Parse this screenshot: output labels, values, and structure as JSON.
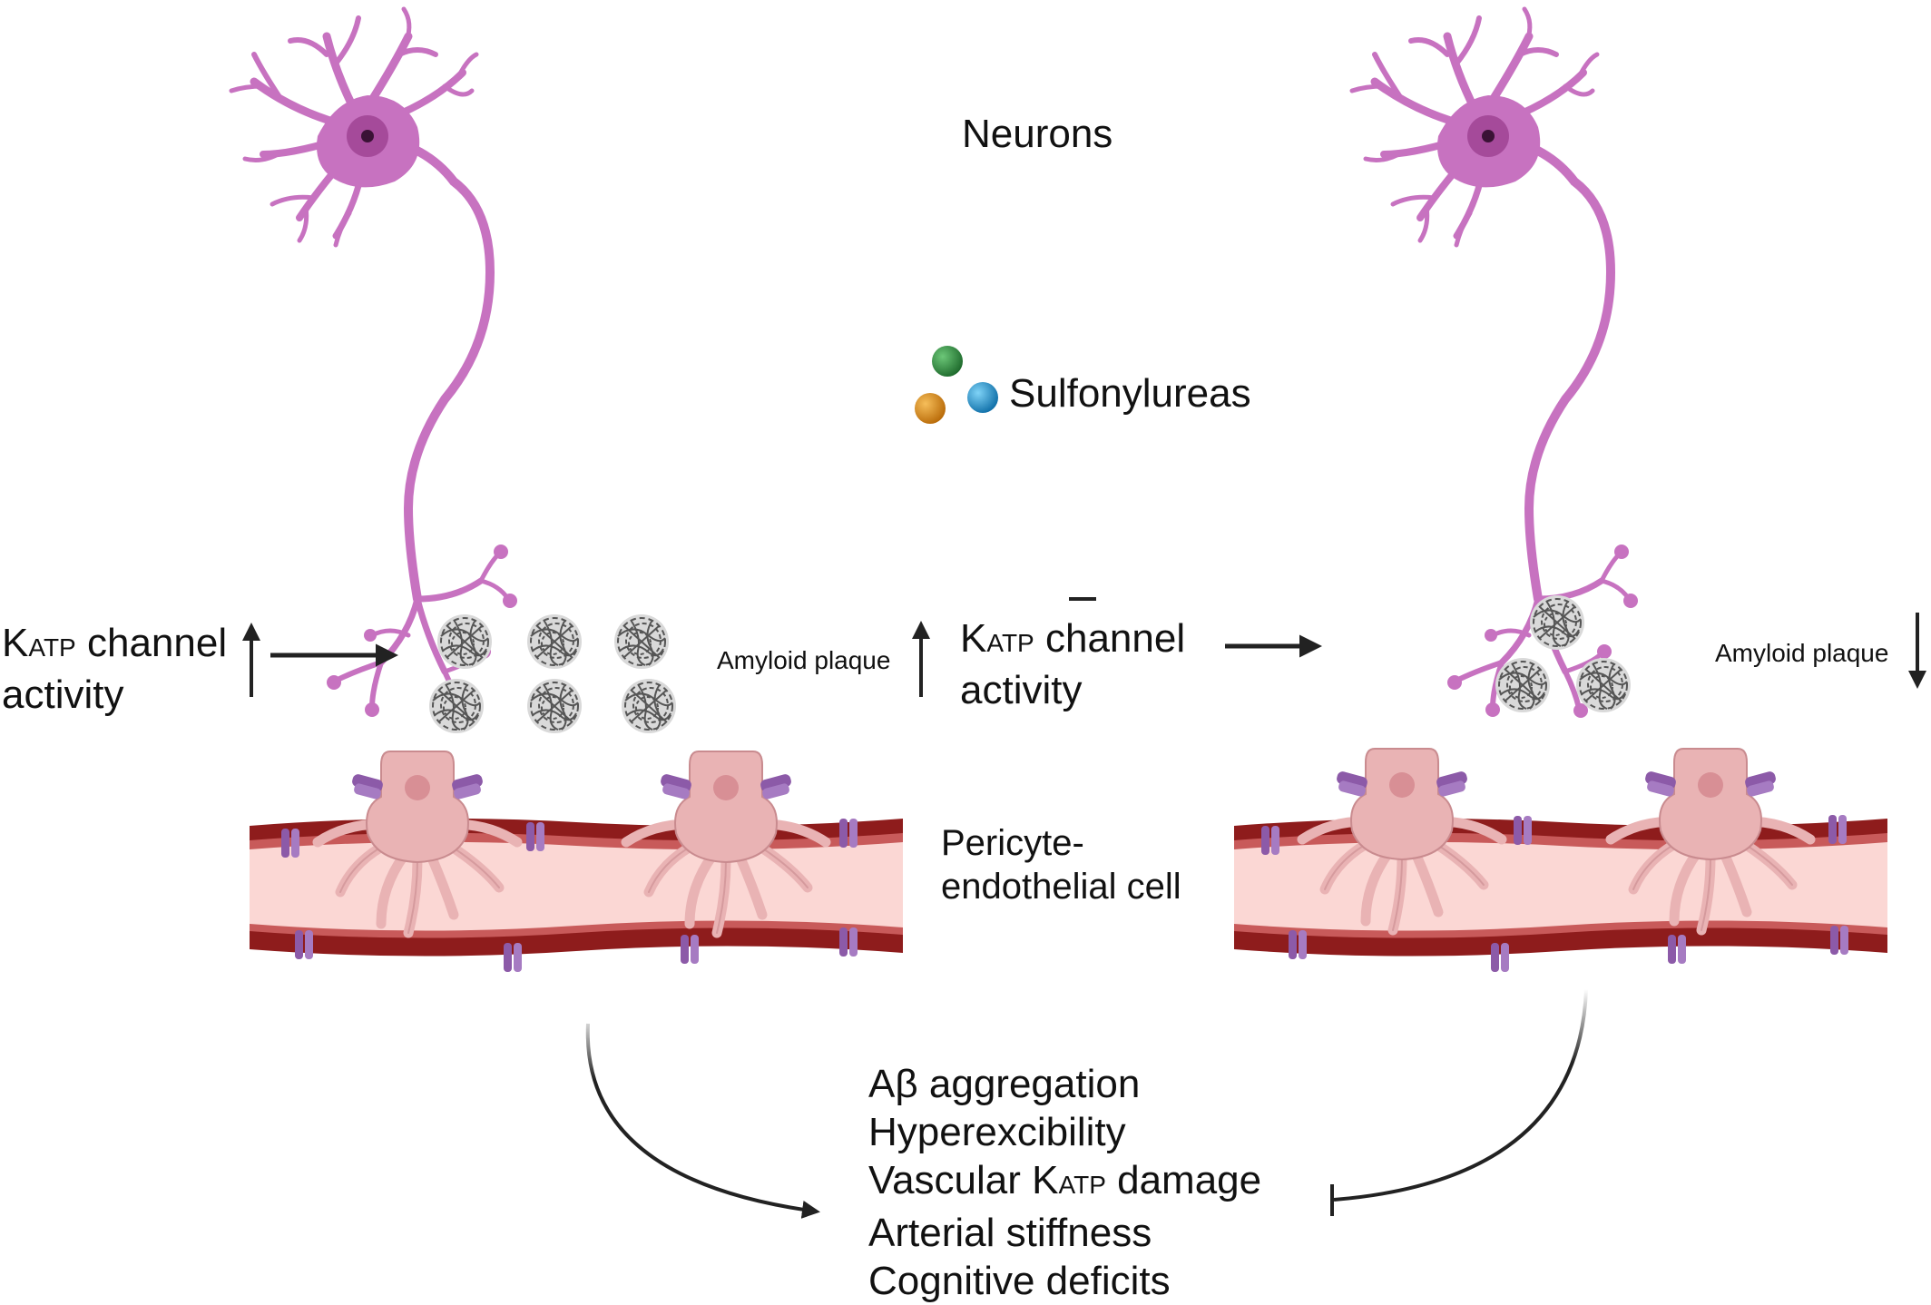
{
  "labels": {
    "neurons": "Neurons",
    "sulfonylureas": "Sulfonylureas",
    "katp_k": "K",
    "katp_sub": "ATP",
    "channel": " channel",
    "activity": "activity",
    "amyloid_left": "Amyloid plaque",
    "amyloid_right": "Amyloid plaque",
    "pericyte_line1": "Pericyte-",
    "pericyte_line2": "endothelial cell"
  },
  "outcomes": {
    "item1": "Aβ aggregation",
    "item2": "Hyperexcibility",
    "item3_pre": "Vascular K",
    "item3_sub": "ATP",
    "item3_post": " damage",
    "item4": "Arterial stiffness",
    "item5": "Cognitive deficits"
  },
  "colors": {
    "neuron": "#c772c0",
    "neuron_soma": "#b35aa9",
    "plaque": "#6f6f6f",
    "vessel_dark": "#8e1c1c",
    "vessel_light": "#fbd7d4",
    "pericyte": "#e9b3b4",
    "channel": "#9c6bb8",
    "sphere_green": "#2f8a3e",
    "sphere_orange": "#de8a15",
    "sphere_blue": "#1c9ad6",
    "arrow": "#222222"
  }
}
